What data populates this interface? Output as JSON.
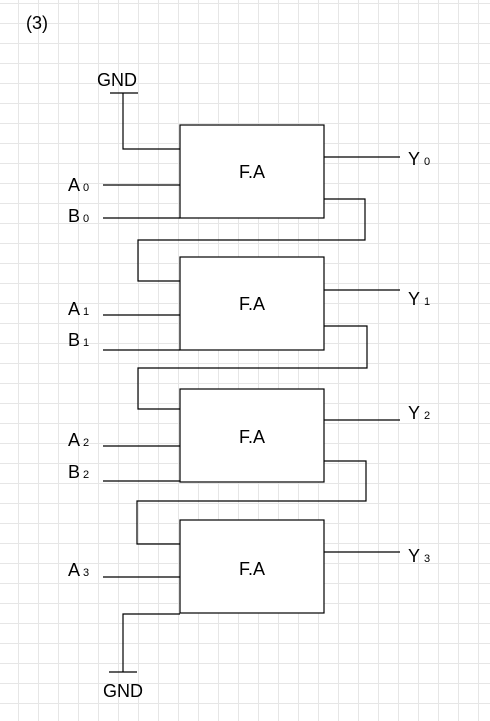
{
  "figure_label": "(3)",
  "gnd": {
    "top_label": "GND",
    "bottom_label": "GND"
  },
  "adder_label": "F.A",
  "inputs": [
    {
      "name": "A",
      "sub": "0"
    },
    {
      "name": "B",
      "sub": "0"
    },
    {
      "name": "A",
      "sub": "1"
    },
    {
      "name": "B",
      "sub": "1"
    },
    {
      "name": "A",
      "sub": "2"
    },
    {
      "name": "B",
      "sub": "2"
    },
    {
      "name": "A",
      "sub": "3"
    }
  ],
  "outputs": [
    {
      "name": "Y",
      "sub": "0"
    },
    {
      "name": "Y",
      "sub": "1"
    },
    {
      "name": "Y",
      "sub": "2"
    },
    {
      "name": "Y",
      "sub": "3"
    }
  ]
}
